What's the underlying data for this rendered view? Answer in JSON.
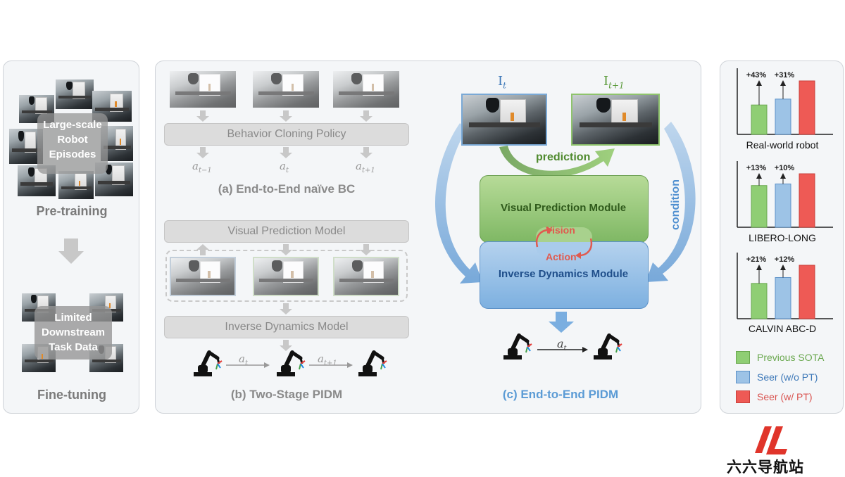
{
  "left_panel": {
    "pretrain_box": "Large-scale Robot Episodes",
    "pretrain_label": "Pre-training",
    "finetune_box": "Limited Downstream Task Data",
    "finetune_label": "Fine-tuning"
  },
  "middle_panel": {
    "a": {
      "policy_label": "Behavior Cloning Policy",
      "actions": [
        "a_{t-1}",
        "a_t",
        "a_{t+1}"
      ],
      "caption": "(a) End-to-End naïve BC"
    },
    "b": {
      "vpm_label": "Visual Prediction Model",
      "idm_label": "Inverse Dynamics Model",
      "actions": [
        "a_t",
        "a_{t+1}"
      ],
      "caption": "(b) Two-Stage PIDM"
    },
    "c": {
      "frame_t_label": "I_t",
      "frame_t1_label": "I_{t+1}",
      "prediction_label": "prediction",
      "vpm_module": "Visual Prediction Module",
      "idm_module": "Inverse Dynamics Module",
      "vision_label": "Vision",
      "action_label": "Action",
      "condition_label": "condition",
      "action_out": "a_t",
      "caption": "(c) End-to-End PIDM"
    }
  },
  "right_panel": {
    "colors": {
      "green": "#8fce74",
      "blue": "#9dc3e6",
      "red": "#ee5a55"
    },
    "legend": [
      {
        "label": "Previous SOTA",
        "color": "#8fce74",
        "text_color": "#6aa84f"
      },
      {
        "label": "Seer (w/o PT)",
        "color": "#9dc3e6",
        "text_color": "#3d78b8"
      },
      {
        "label": "Seer (w/ PT)",
        "color": "#ee5a55",
        "text_color": "#d9534f"
      }
    ]
  },
  "chart_data": [
    {
      "type": "bar",
      "title": "Real-world robot",
      "categories": [
        "Previous SOTA",
        "Seer (w/o PT)",
        "Seer (w/ PT)"
      ],
      "values": [
        0.55,
        0.66,
        1.0
      ],
      "annotations": [
        "+43%",
        "+31%"
      ]
    },
    {
      "type": "bar",
      "title": "LIBERO-LONG",
      "categories": [
        "Previous SOTA",
        "Seer (w/o PT)",
        "Seer (w/ PT)"
      ],
      "values": [
        0.78,
        0.81,
        1.0
      ],
      "annotations": [
        "+13%",
        "+10%"
      ]
    },
    {
      "type": "bar",
      "title": "CALVIN ABC-D",
      "categories": [
        "Previous SOTA",
        "Seer (w/o PT)",
        "Seer (w/ PT)"
      ],
      "values": [
        0.66,
        0.77,
        1.0
      ],
      "annotations": [
        "+21%",
        "+12%"
      ]
    }
  ],
  "watermark": {
    "text": "六六导航站"
  }
}
